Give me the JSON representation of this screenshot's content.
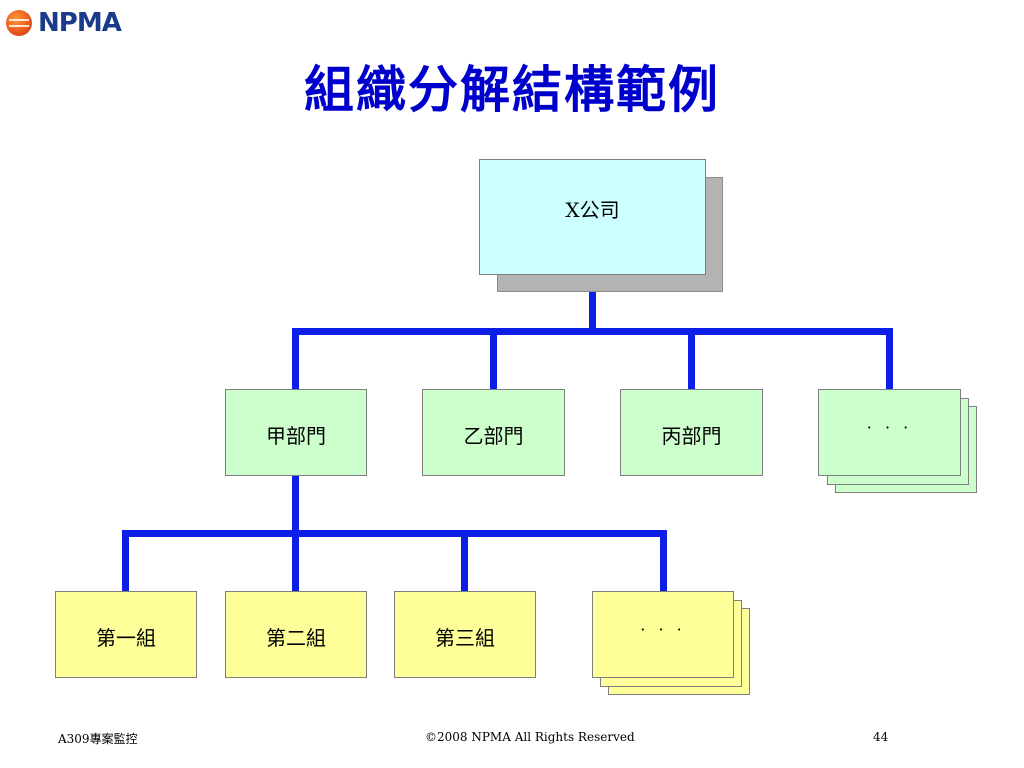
{
  "logo": {
    "text": "NPMA"
  },
  "title": "組織分解結構範例",
  "nodes": {
    "company": "X公司",
    "dept_a": "甲部門",
    "dept_b": "乙部門",
    "dept_c": "丙部門",
    "dept_more": "· · ·",
    "group_1": "第一組",
    "group_2": "第二組",
    "group_3": "第三組",
    "group_more": "· · ·"
  },
  "footer": {
    "left": "A309專案監控",
    "center": "©2008 NPMA  All Rights Reserved",
    "page": "44"
  },
  "colors": {
    "title": "#0000cc",
    "connector": "#0d1ee8",
    "company_fill": "#ccffff",
    "dept_fill": "#ccffcc",
    "group_fill": "#ffff99"
  }
}
